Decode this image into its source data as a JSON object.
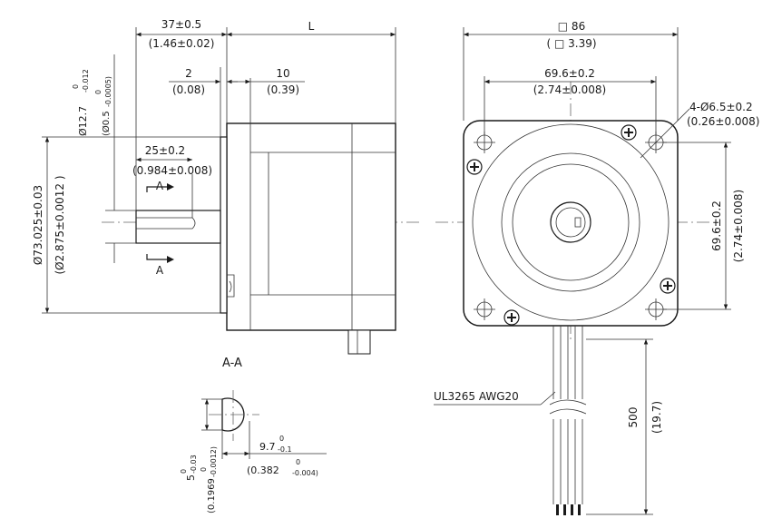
{
  "side_view": {
    "dim_shoulder_length": "37±0.5",
    "dim_shoulder_length_in": "(1.46±0.02)",
    "dim_body_length": "L",
    "dim_flange_thickness": "2",
    "dim_flange_thickness_in": "(0.08)",
    "dim_boss_depth": "10",
    "dim_boss_depth_in": "(0.39)",
    "dim_shaft_dia_nominal": "Ø12.7",
    "dim_shaft_dia_upper": "0",
    "dim_shaft_dia_lower": "-0.012",
    "dim_shaft_dia_in_nominal": "(Ø0.5",
    "dim_shaft_dia_in_upper": "0",
    "dim_shaft_dia_in_lower": "-0.0005)",
    "dim_flat_length": "25±0.2",
    "dim_flat_length_in": "(0.984±0.008)",
    "dim_pilot_dia": "Ø73.025±0.03",
    "dim_pilot_dia_in": "(Ø2.875±0.0012 )",
    "section_mark_top": "A",
    "section_mark_bottom": "A"
  },
  "front_view": {
    "dim_square": "□ 86",
    "dim_square_in": "( □ 3.39)",
    "dim_hole_spacing_h": "69.6±0.2",
    "dim_hole_spacing_h_in": "(2.74±0.008)",
    "dim_holes": "4-Ø6.5±0.2",
    "dim_holes_in": "(0.26±0.008)",
    "dim_hole_spacing_v": "69.6±0.2",
    "dim_hole_spacing_v_in": "(2.74±0.008)",
    "wire_spec": "UL3265 AWG20",
    "dim_lead_length": "500",
    "dim_lead_length_in": "(19.7)"
  },
  "section_view": {
    "title": "A-A",
    "dim_flat_depth_nominal": "5",
    "dim_flat_depth_upper": "0",
    "dim_flat_depth_lower": "-0.03",
    "dim_flat_depth_in_nominal": "(0.1969",
    "dim_flat_depth_in_upper": "0",
    "dim_flat_depth_in_lower": "-0.0012)",
    "dim_flat_width_nominal": "9.7",
    "dim_flat_width_upper": "0",
    "dim_flat_width_lower": "-0.1",
    "dim_flat_width_in_nominal": "(0.382",
    "dim_flat_width_in_upper": "0",
    "dim_flat_width_in_lower": "-0.004)"
  }
}
